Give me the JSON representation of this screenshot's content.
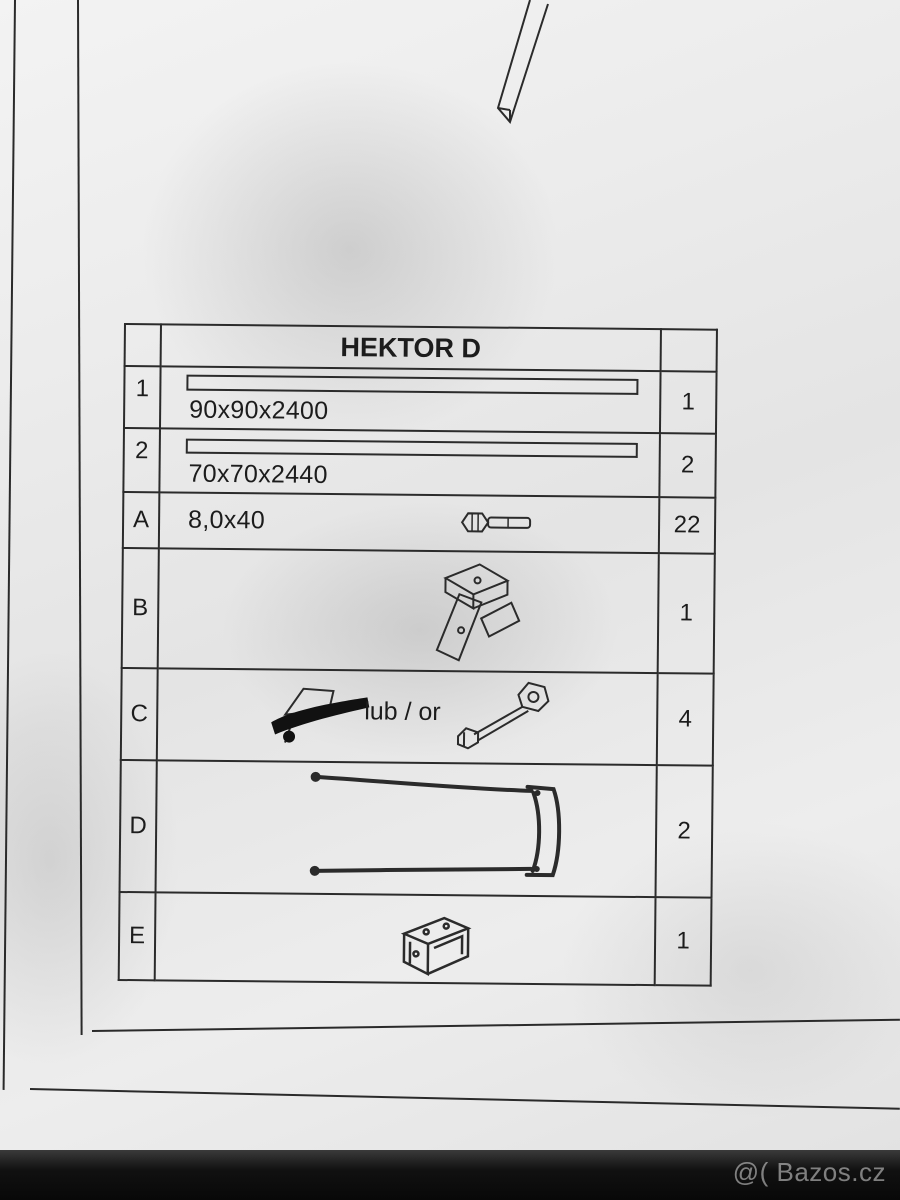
{
  "table": {
    "title": "HEKTOR D",
    "rows": [
      {
        "id": "1",
        "dimension": "90x90x2400",
        "qty": "1",
        "icon": "beam-icon"
      },
      {
        "id": "2",
        "dimension": "70x70x2440",
        "qty": "2",
        "icon": "beam-icon"
      },
      {
        "id": "A",
        "dimension": "8,0x40",
        "qty": "22",
        "icon": "bolt-icon"
      },
      {
        "id": "B",
        "dimension": "",
        "qty": "1",
        "icon": "bracket-icon"
      },
      {
        "id": "C",
        "dimension": "",
        "or_label": "lub / or",
        "qty": "4",
        "icon": "swing-hook-icon"
      },
      {
        "id": "D",
        "dimension": "",
        "qty": "2",
        "icon": "u-bolt-icon"
      },
      {
        "id": "E",
        "dimension": "",
        "qty": "1",
        "icon": "box-bracket-icon"
      }
    ]
  },
  "watermark": "@( Bazos.cz",
  "colors": {
    "paper": "#ececec",
    "ink": "#2b2b2b",
    "background": "#0a0a0a"
  }
}
